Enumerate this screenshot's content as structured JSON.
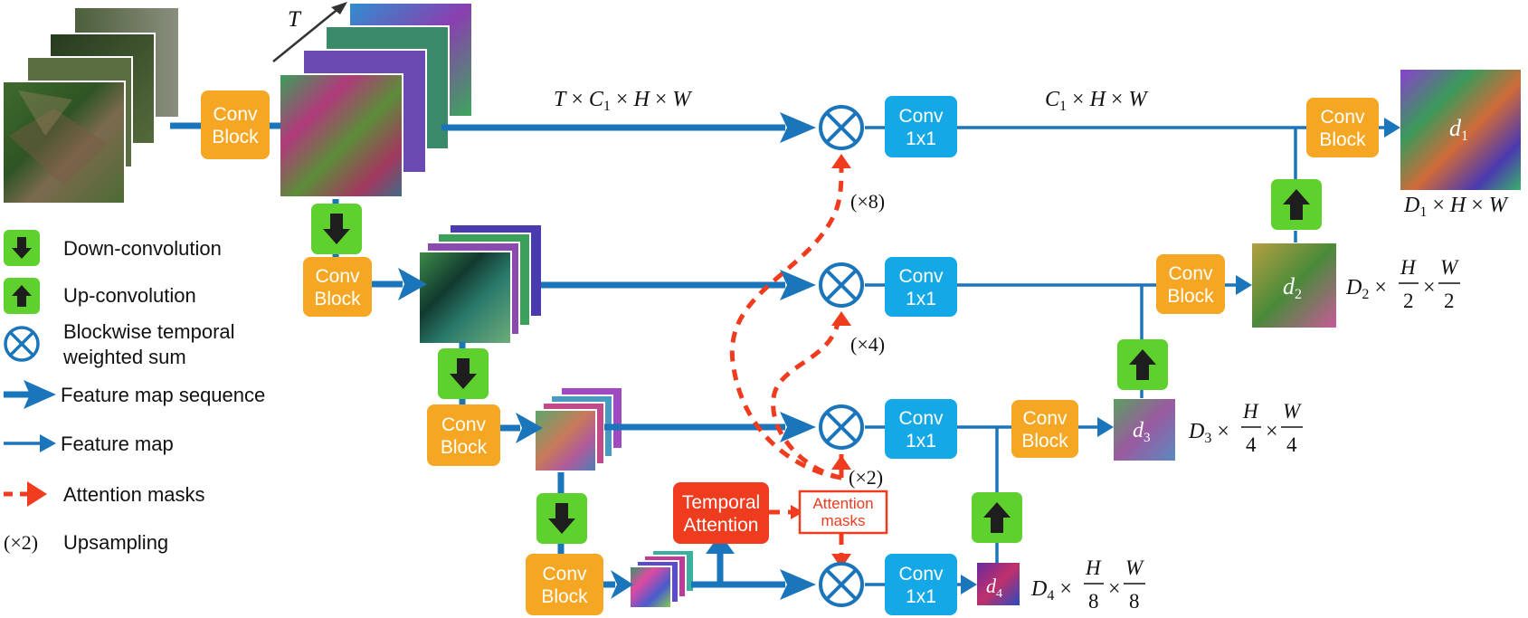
{
  "colors": {
    "flow": "#1a75bb",
    "conv_block": "#f5a623",
    "conv_1x1": "#14a9e6",
    "updown": "#5ed12f",
    "attention": "#ef3b1e",
    "text": "#111111",
    "arrow_dark": "#1e1e1e"
  },
  "icons": {
    "down": "down-arrow-icon",
    "up": "up-arrow-icon",
    "wsum": "circled-cross-icon"
  },
  "blocks": {
    "conv_l1": "Conv\nBlock",
    "conv_l2": "Conv\nBlock",
    "conv_l3": "Conv\nBlock",
    "conv_l4": "Conv\nBlock",
    "dconv_d1": "Conv\nBlock",
    "dconv_d2": "Conv\nBlock",
    "dconv_d3": "Conv\nBlock",
    "c11_1": "Conv\n1x1",
    "c11_2": "Conv\n1x1",
    "c11_3": "Conv\n1x1",
    "c11_4": "Conv\n1x1",
    "temporal_attention": "Temporal\nAttention",
    "attention_masks": "Attention\nmasks"
  },
  "labels": {
    "T": "T",
    "seq_dim": "T × C1 × H × W",
    "map_dim": "C1 × H × W",
    "x8": "(×8)",
    "x4": "(×4)",
    "x2": "(×2)"
  },
  "outputs": {
    "d1": "d1",
    "d2": "d2",
    "d3": "d3",
    "d4": "d4",
    "D1_dim": "D1 × H × W",
    "D2_dim": "D2 × H/2 × W/2",
    "D3_dim": "D3 × H/4 × W/4",
    "D4_dim": "D4 × H/8 × W/8"
  },
  "legend": [
    {
      "label": "Down-convolution",
      "icon": "down-arrow-icon"
    },
    {
      "label": "Up-convolution",
      "icon": "up-arrow-icon"
    },
    {
      "label": "Blockwise temporal\nweighted sum",
      "icon": "circled-cross-icon"
    },
    {
      "label": "Feature map sequence",
      "icon": "thick-arrow-icon"
    },
    {
      "label": "Feature map",
      "icon": "thin-arrow-icon"
    },
    {
      "label": "Attention masks",
      "icon": "dashed-red-arrow-icon"
    },
    {
      "label": "Upsampling",
      "icon": "upsampling-symbol",
      "symbol": "(×2)"
    }
  ]
}
